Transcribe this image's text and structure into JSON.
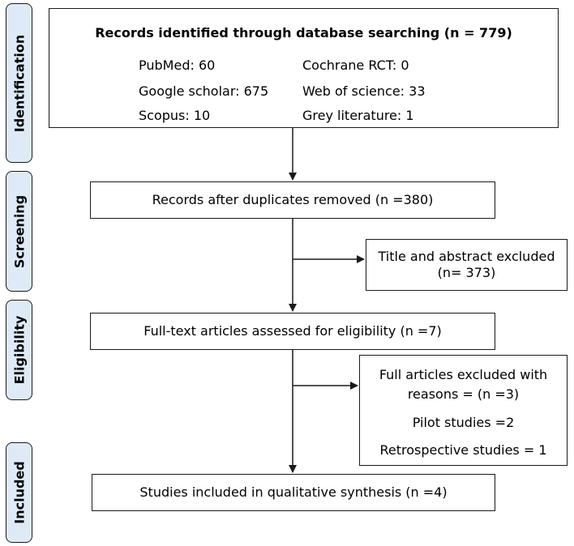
{
  "stages": {
    "identification": "Identification",
    "screening": "Screening",
    "eligibility": "Eligibility",
    "included": "Included"
  },
  "colors": {
    "stage_fill": "#deebf7",
    "line": "#1a1a1a"
  },
  "identified": {
    "title": "Records identified through database searching (n = 779)",
    "sources": {
      "pubmed": "PubMed: 60",
      "cochrane": "Cochrane RCT: 0",
      "google": "Google scholar: 675",
      "wos": "Web of science: 33",
      "scopus": "Scopus: 10",
      "grey": "Grey literature: 1"
    }
  },
  "after_duplicates": "Records after duplicates removed (n =380)",
  "title_abstract_excluded": {
    "line1": "Title and abstract excluded",
    "line2": "(n= 373)"
  },
  "full_text_assessed": "Full-text articles assessed for eligibility (n =7)",
  "full_excluded": {
    "line1": "Full articles excluded with",
    "line2": "reasons = (n =3)",
    "reason1": "Pilot studies =2",
    "reason2": "Retrospective studies = 1"
  },
  "included_studies": "Studies included in qualitative synthesis (n =4)"
}
